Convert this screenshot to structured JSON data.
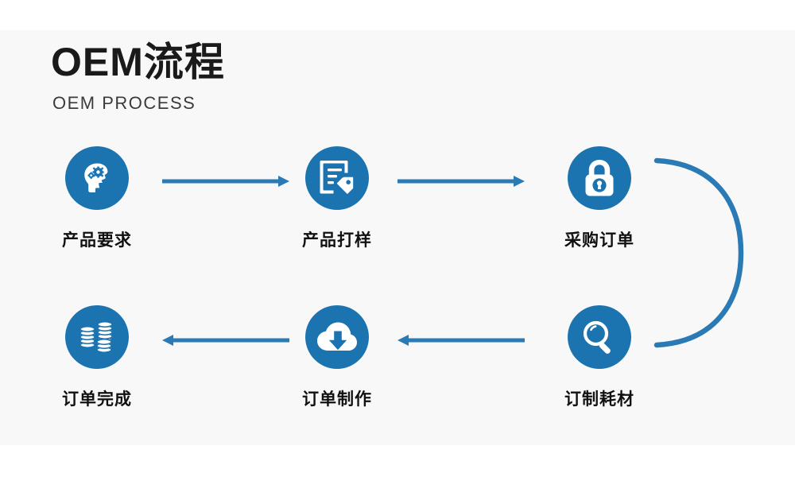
{
  "header": {
    "title": "OEM流程",
    "subtitle": "OEM PROCESS"
  },
  "theme": {
    "accent": "#1b73b0",
    "arrow": "#2a7ab5",
    "panel_bg": "#f8f8f8",
    "page_bg": "#ffffff",
    "title_color": "#1a1a1a",
    "caption_color": "#111111"
  },
  "flow": {
    "steps": [
      {
        "order": 1,
        "label": "产品要求",
        "icon": "head-gears-icon"
      },
      {
        "order": 2,
        "label": "产品打样",
        "icon": "document-tag-icon"
      },
      {
        "order": 3,
        "label": "采购订单",
        "icon": "padlock-icon"
      },
      {
        "order": 4,
        "label": "订制耗材",
        "icon": "magnifier-icon"
      },
      {
        "order": 5,
        "label": "订单制作",
        "icon": "cloud-download-icon"
      },
      {
        "order": 6,
        "label": "订单完成",
        "icon": "coin-stacks-icon"
      }
    ],
    "connectors": [
      {
        "name": "arrow-step1-to-step2",
        "direction": "right"
      },
      {
        "name": "arrow-step2-to-step3",
        "direction": "right"
      },
      {
        "name": "arrow-step3-to-step4",
        "direction": "curve-down"
      },
      {
        "name": "arrow-step4-to-step5",
        "direction": "left"
      },
      {
        "name": "arrow-step5-to-step6",
        "direction": "left"
      }
    ]
  }
}
